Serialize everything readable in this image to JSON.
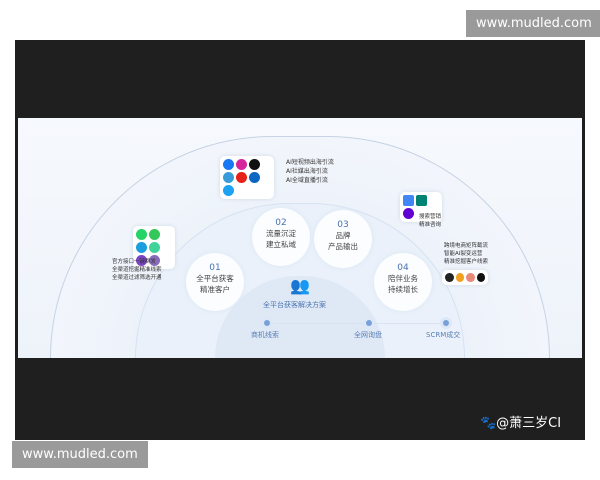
{
  "watermark": {
    "top": "www.mudled.com",
    "bottom": "www.mudled.com"
  },
  "signature": "🐾@萧三岁CI",
  "slide": {
    "social_lines": [
      "AI短视频出海引流",
      "AI社媒出海引流",
      "AI全域直播引流"
    ],
    "social_icons": [
      "facebook-icon",
      "instagram-icon",
      "tiktok-icon",
      "telegram-icon",
      "youtube-icon",
      "linkedin-icon",
      "twitter-icon"
    ],
    "messaging_icons": [
      "whatsapp-icon",
      "line-icon",
      "messenger-icon",
      "imessage-icon",
      "viber-icon",
      "signal-icon"
    ],
    "left_lines": [
      "官方接口一键群发",
      "全渠道挖掘精准线索",
      "全渠道过滤筛选开通"
    ],
    "search_icons": [
      "google-icon",
      "bing-icon",
      "yahoo-icon"
    ],
    "search_lines": [
      "搜索营销",
      "精准咨询"
    ],
    "right_lines": [
      "跨境电商矩阵截流",
      "智能AI裂变运营",
      "精准挖掘客户线索"
    ],
    "ecom_icons": [
      "amazon-icon",
      "shopify-icon",
      "shop-icon",
      "tiktok-shop-icon"
    ],
    "steps": [
      {
        "num": "01",
        "l1": "全平台获客",
        "l2": "精准客户"
      },
      {
        "num": "02",
        "l1": "流量沉淀",
        "l2": "建立私域"
      },
      {
        "num": "03",
        "l1": "品牌",
        "l2": "产品输出"
      },
      {
        "num": "04",
        "l1": "陪伴业务",
        "l2": "持续增长"
      }
    ],
    "center_title": "全平台获客解决方案",
    "timeline": [
      "商机线索",
      "全网询盘",
      "SCRM成交"
    ],
    "colors": {
      "accent": "#4a72b0",
      "frame": "#1f1f1f"
    }
  }
}
